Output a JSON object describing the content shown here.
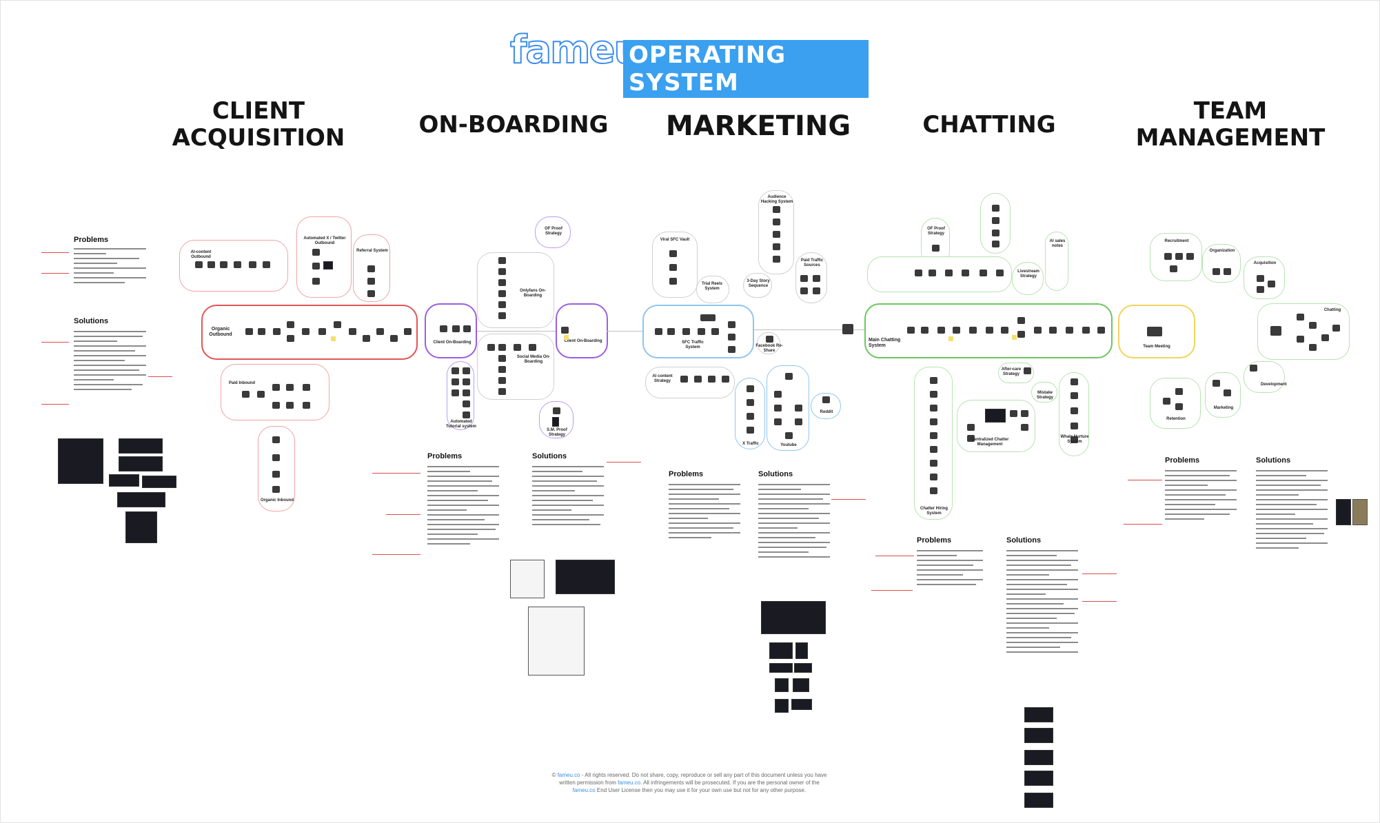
{
  "header": {
    "logo_word": "fameu",
    "title_badge": "OPERATING SYSTEM"
  },
  "columns": {
    "client_acquisition": {
      "title_line1": "CLIENT",
      "title_line2": "ACQUISITION"
    },
    "onboarding": {
      "title": "ON-BOARDING"
    },
    "marketing": {
      "title": "MARKETING"
    },
    "chatting": {
      "title": "CHATTING"
    },
    "team_management": {
      "title_line1": "TEAM",
      "title_line2": "MANAGEMENT"
    }
  },
  "client_acquisition": {
    "problems_label": "Problems",
    "solutions_label": "Solutions",
    "nodes": {
      "ai_outbound": "AI-content Outbound",
      "automated_x": "Automated X / Twitter Outbound",
      "referral": "Referral System",
      "organic_outbound": "Organic Outbound",
      "paid_inbound": "Paid Inbound",
      "organic_inbound": "Organic Inbound"
    }
  },
  "onboarding": {
    "problems_label": "Problems",
    "solutions_label": "Solutions",
    "nodes": {
      "of_proof": "OF Proof Strategy",
      "onlyfans_onboarding": "Onlyfans On-Boarding",
      "client_onboarding_left": "Client On-Boarding",
      "client_onboarding_right": "Client On-Boarding",
      "social_media_onboarding": "Social Media On-Boarding",
      "automated_tutorial": "Automated Tutorial system",
      "sm_proof": "S.M. Proof Strategy"
    }
  },
  "marketing": {
    "problems_label": "Problems",
    "solutions_label": "Solutions",
    "nodes": {
      "viral_sfc": "Viral SFC Vault",
      "trial_reels": "Trial Reels System",
      "audience_hacking": "Audience Hacking System",
      "three_day_story": "3-Day Story Sequence",
      "paid_traffic": "Paid Traffic Sources",
      "sfc_traffic": "SFC Traffic System",
      "facebook_reshare": "Facebook Re-Share",
      "ai_content": "AI content Strategy",
      "x_traffic": "X Traffic",
      "youtube": "Youtube",
      "reddit": "Reddit"
    }
  },
  "chatting": {
    "problems_label": "Problems",
    "solutions_label": "Solutions",
    "nodes": {
      "of_proof": "OF Proof Strategy",
      "ai_sales": "AI sales notes",
      "livestream": "Livestream Strategy",
      "main_chatting": "Main Chatting System",
      "aftercare": "After-care Strategy",
      "mistake_strategy": "Mistake Strategy",
      "centralized_chatter": "Centralized Chatter Management",
      "chatter_hiring": "Chatter Hiring System",
      "whale_nurture": "Whale Nurture System"
    }
  },
  "team_management": {
    "problems_label": "Problems",
    "solutions_label": "Solutions",
    "nodes": {
      "recruitment": "Recruitment",
      "organization": "Organization",
      "acquisition": "Acquisition",
      "team_meeting": "Team Meeting",
      "chatting": "Chatting",
      "development": "Development",
      "retention": "Retention",
      "marketing": "Marketing"
    }
  },
  "footer": {
    "line1_pre": "© ",
    "line1_link": "fameu.co",
    "line1_post": " - All rights reserved.  Do not share, copy, reproduce or sell any part of this document unless you have",
    "line2_pre": "written permission from ",
    "line2_link": "fameu.co",
    "line2_post": ".  All infringements will be prosecuted. If you are the personal owner of the",
    "line3_link": "fameu.co",
    "line3_post": " End User License then you may use it for your own use but not for any other purpose."
  },
  "colors": {
    "accent_blue": "#3aa0ef",
    "annotation_red": "#d43a3a",
    "cluster_red": "#e25454",
    "cluster_purple": "#9b5de5",
    "cluster_blue": "#8fc5ee",
    "cluster_green": "#6cc65e",
    "cluster_yellow": "#f2d35b"
  }
}
